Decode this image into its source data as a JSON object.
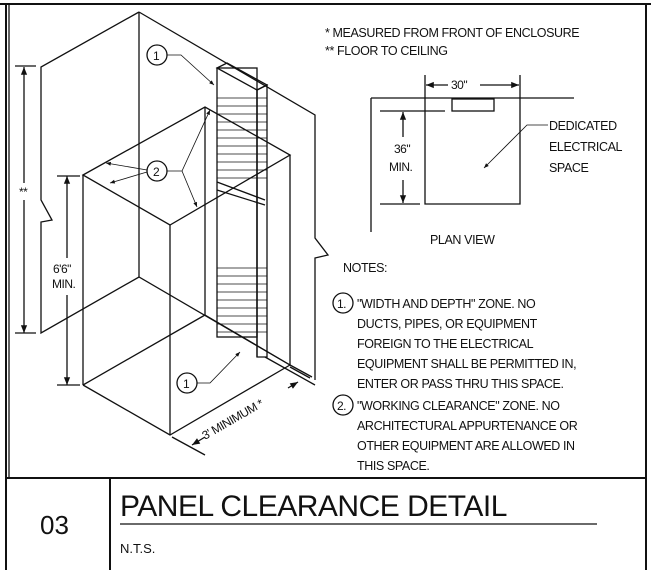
{
  "legend": {
    "single_star": "*  MEASURED FROM FRONT OF ENCLOSURE",
    "double_star": "** FLOOR TO CEILING"
  },
  "iso_view": {
    "height_dim": "**",
    "min_height_line1": "6'6\"",
    "min_height_line2": "MIN.",
    "depth_dim": "3' MINIMUM *",
    "callout_1": "1",
    "callout_2": "2"
  },
  "plan_view": {
    "width_dim": "30\"",
    "depth_line1": "36\"",
    "depth_line2": "MIN.",
    "space_line1": "DEDICATED",
    "space_line2": "ELECTRICAL",
    "space_line3": "SPACE",
    "title": "PLAN VIEW"
  },
  "notes": {
    "heading": "NOTES:",
    "items": [
      {
        "num": "1.",
        "lines": [
          "\"WIDTH AND DEPTH\" ZONE. NO",
          "DUCTS, PIPES, OR EQUIPMENT",
          "FOREIGN TO THE ELECTRICAL",
          "EQUIPMENT SHALL BE PERMITTED IN,",
          "ENTER OR PASS THRU THIS SPACE."
        ]
      },
      {
        "num": "2.",
        "lines": [
          "\"WORKING CLEARANCE\" ZONE. NO",
          "ARCHITECTURAL APPURTENANCE OR",
          "OTHER EQUIPMENT ARE ALLOWED IN",
          "THIS SPACE."
        ]
      }
    ]
  },
  "title_block": {
    "detail_number": "03",
    "title": "PANEL CLEARANCE DETAIL",
    "scale": "N.T.S."
  }
}
